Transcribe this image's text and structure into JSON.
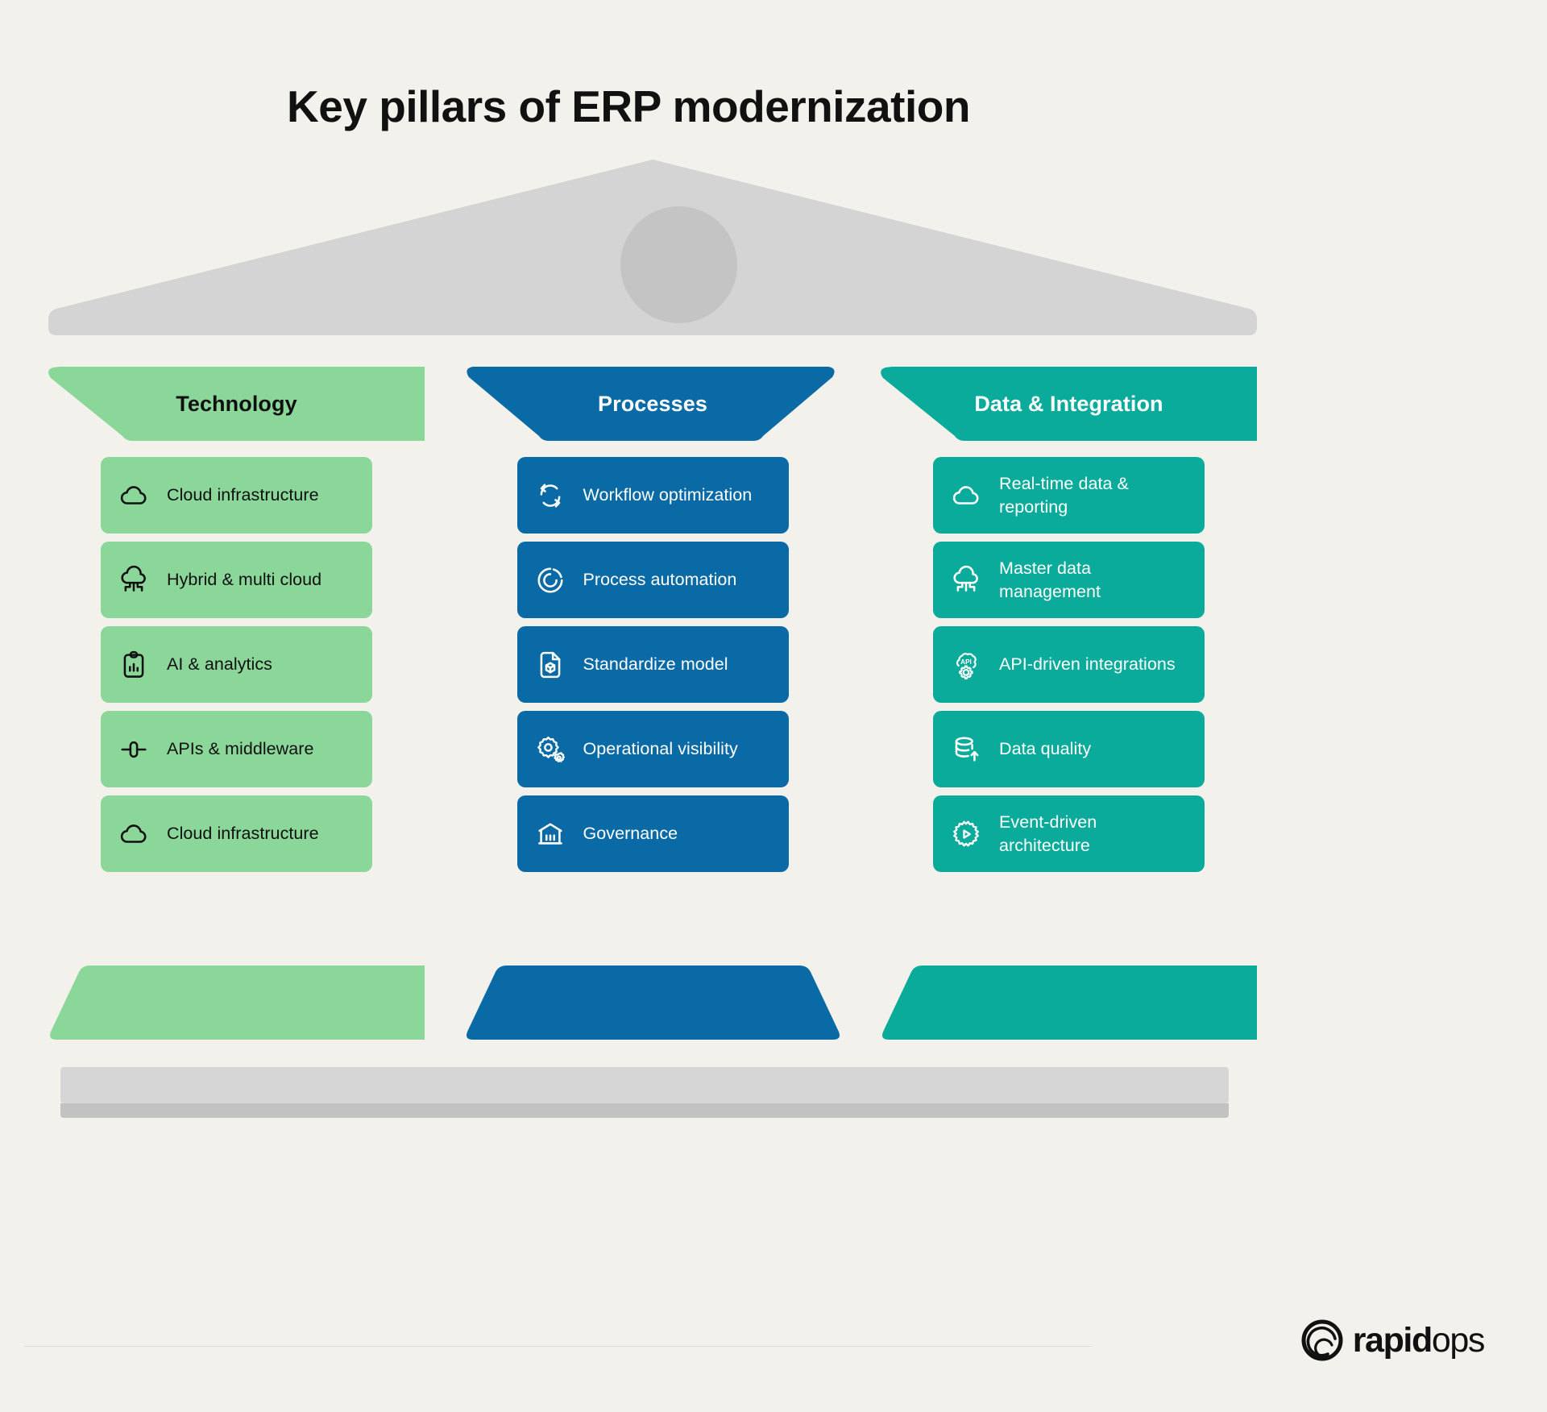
{
  "title": "Key pillars of ERP modernization",
  "colors": {
    "background": "#f2f1ec",
    "roof": "#d4d4d4",
    "roof_circle": "#c4c4c4",
    "base_light": "#d6d6d6",
    "base_dark": "#c2c2c2",
    "technology": "#8bd79a",
    "processes": "#0a6aa6",
    "data_integration": "#0bab9b",
    "title_text": "#111111"
  },
  "columns": [
    {
      "id": "technology",
      "header": "Technology",
      "accent": "#8bd79a",
      "header_shape": "trapezoid-left",
      "items": [
        {
          "label": "Cloud infrastructure",
          "icon": "cloud-icon"
        },
        {
          "label": "Hybrid & multi cloud",
          "icon": "cloud-network-icon"
        },
        {
          "label": "AI & analytics",
          "icon": "clipboard-chart-icon"
        },
        {
          "label": "APIs & middleware",
          "icon": "api-connector-icon"
        },
        {
          "label": "Cloud infrastructure",
          "icon": "cloud-icon"
        }
      ]
    },
    {
      "id": "processes",
      "header": "Processes",
      "accent": "#0a6aa6",
      "header_shape": "trapezoid-both",
      "items": [
        {
          "label": "Workflow optimization",
          "icon": "refresh-cycle-icon"
        },
        {
          "label": "Process automation",
          "icon": "progress-circle-icon"
        },
        {
          "label": "Standardize model",
          "icon": "document-cube-icon"
        },
        {
          "label": "Operational visibility",
          "icon": "gears-icon"
        },
        {
          "label": "Governance",
          "icon": "bank-icon"
        }
      ]
    },
    {
      "id": "data-integration",
      "header": "Data & Integration",
      "accent": "#0bab9b",
      "header_shape": "trapezoid-left",
      "items": [
        {
          "label": "Real-time data & reporting",
          "icon": "cloud-icon"
        },
        {
          "label": "Master data management",
          "icon": "cloud-network-icon"
        },
        {
          "label": "API-driven integrations",
          "icon": "api-cloud-icon"
        },
        {
          "label": "Data quality",
          "icon": "database-upload-icon"
        },
        {
          "label": "Event-driven architecture",
          "icon": "gear-play-icon"
        }
      ]
    }
  ],
  "footer": {
    "logo_bold": "rapid",
    "logo_light": "ops"
  }
}
